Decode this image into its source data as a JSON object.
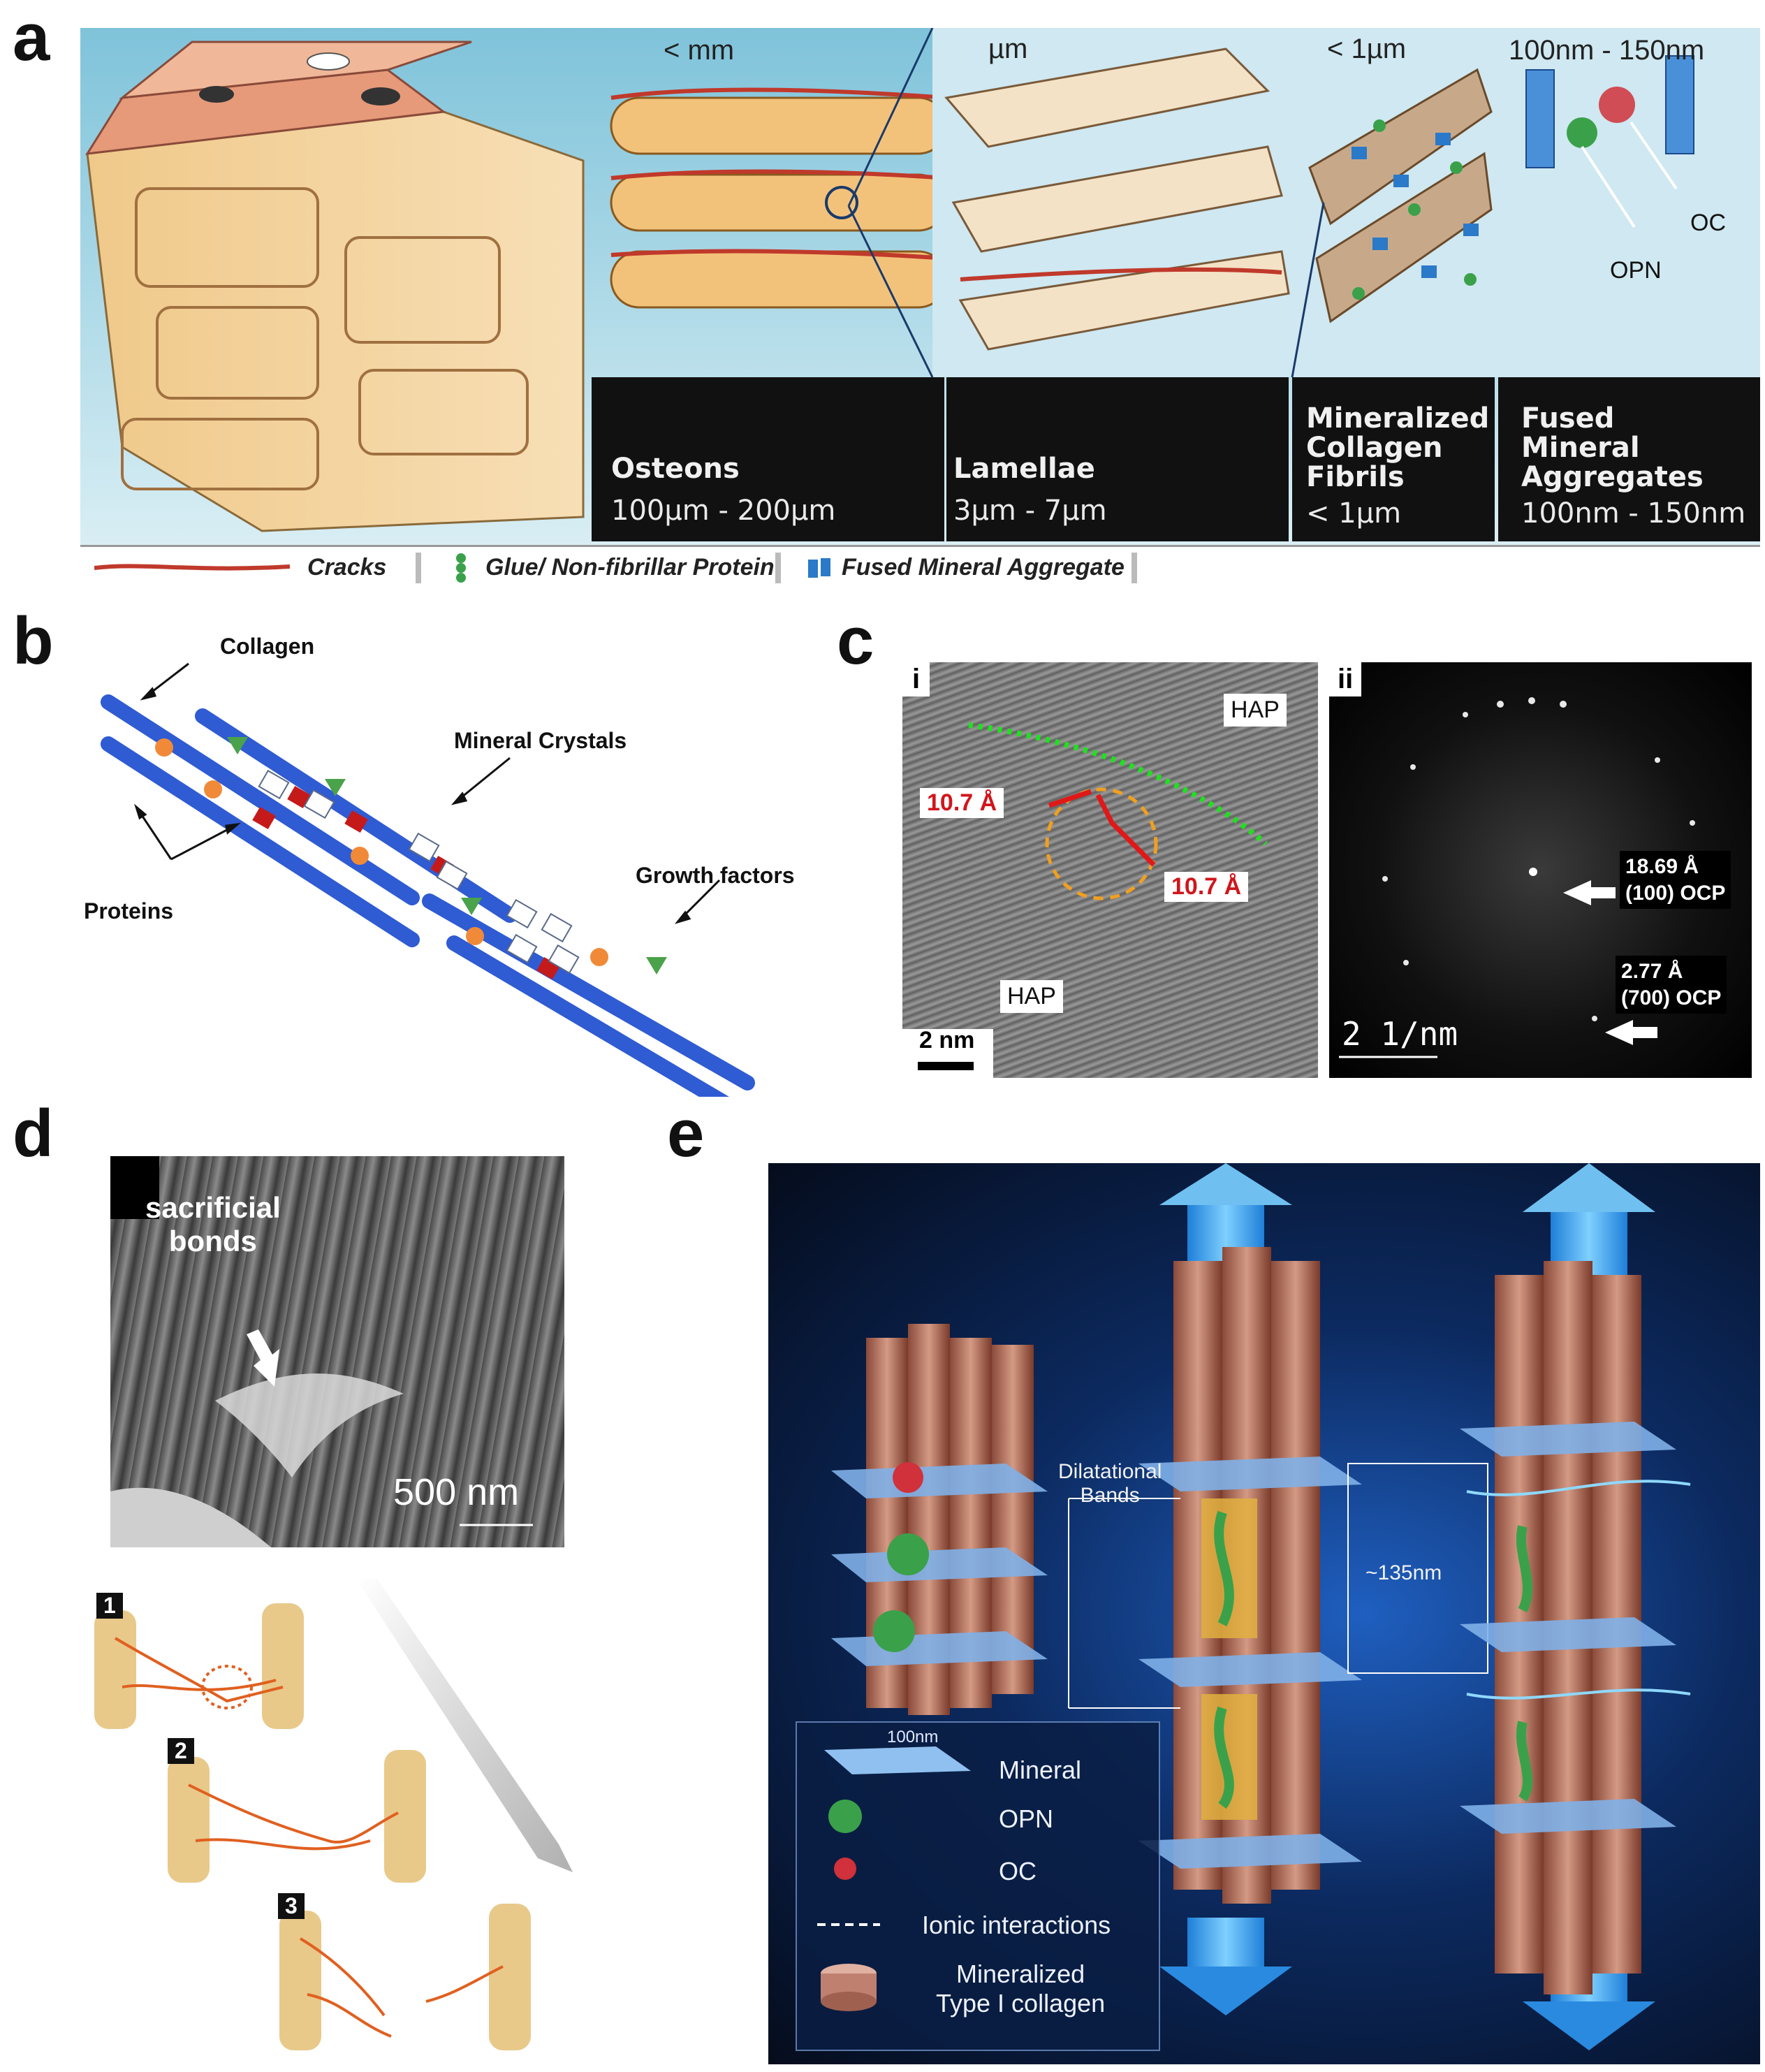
{
  "panel_labels": {
    "a": "a",
    "b": "b",
    "c": "c",
    "d": "d",
    "e": "e"
  },
  "panel_a": {
    "scale_headers": [
      "< mm",
      "µm",
      "< 1µm",
      "100nm - 150nm"
    ],
    "blocks": [
      {
        "title": "Osteons",
        "sub": "100µm - 200µm"
      },
      {
        "title": "Lamellae",
        "sub": "3µm - 7µm"
      },
      {
        "title": "Mineralized\nCollagen\nFibrils",
        "sub": "< 1µm"
      },
      {
        "title": "Fused\nMineral\nAggregates",
        "sub": "100nm - 150nm"
      }
    ],
    "callouts": {
      "oc": "OC",
      "opn": "OPN"
    },
    "legend": {
      "cracks": "Cracks",
      "glue": "Glue/ Non-fibrillar Protein",
      "fused": "Fused Mineral Aggregate"
    }
  },
  "panel_b": {
    "collagen": "Collagen",
    "mineral": "Mineral Crystals",
    "growth": "Growth factors",
    "proteins": "Proteins"
  },
  "panel_c": {
    "sub_i": "i",
    "sub_ii": "ii",
    "hap_top": "HAP",
    "hap_bottom": "HAP",
    "spacing1": "10.7 Å",
    "spacing2": "10.7 Å",
    "scale_i": "2 nm",
    "scale_ii": "2 1/nm",
    "spot1_line1": "18.69 Å",
    "spot1_line2": "(100) OCP",
    "spot2_line1": "2.77 Å",
    "spot2_line2": "(700) OCP"
  },
  "panel_d": {
    "label": "sacrificial\nbonds",
    "scale": "500 nm",
    "steps": [
      "1",
      "2",
      "3"
    ]
  },
  "panel_e": {
    "dilatational": "Dilatational\nBands",
    "spacing": "~135nm",
    "legend": {
      "scale": "100nm",
      "mineral": "Mineral",
      "opn": "OPN",
      "oc": "OC",
      "ionic": "Ionic interactions",
      "collagen": "Mineralized\nType I collagen"
    }
  },
  "colors": {
    "collagen_blue": "#2f5bd3",
    "crack_red": "#c0392b",
    "mineral_blue": "#7aa7e0",
    "bg_dark": "#0a1a3a"
  }
}
